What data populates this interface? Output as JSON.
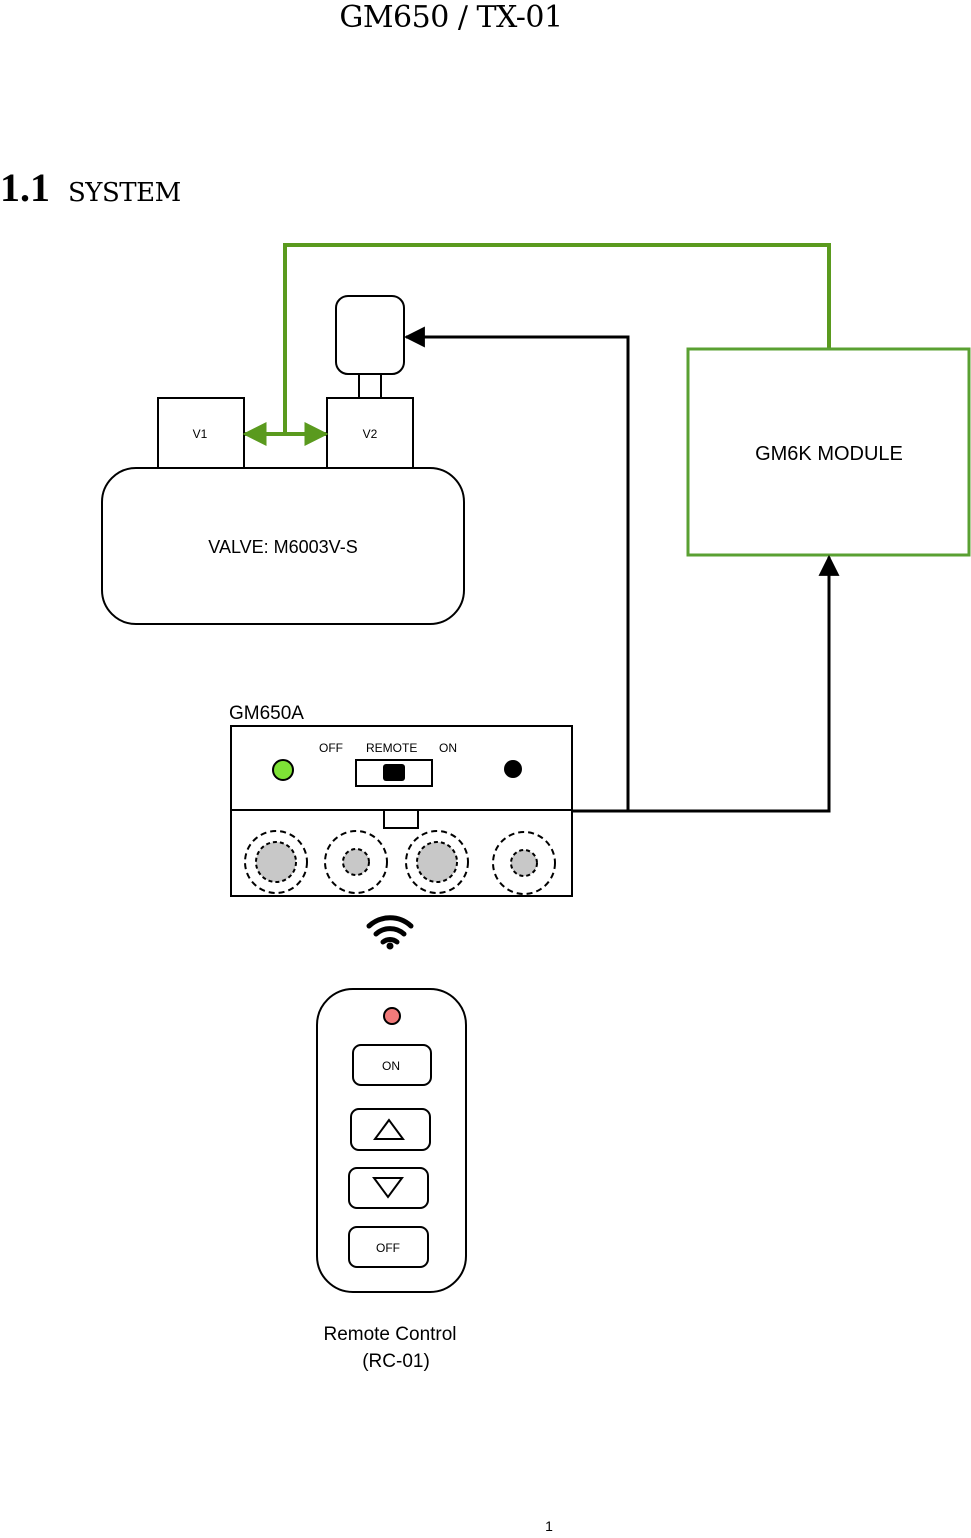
{
  "header": {
    "title": "GM650 / TX-01"
  },
  "section": {
    "number": "1.1",
    "title": "SYSTEM"
  },
  "diagram": {
    "valve": {
      "label": "VALVE: M6003V-S",
      "port1": "V1",
      "port2": "V2"
    },
    "module": {
      "label": "GM6K MODULE"
    },
    "receiver": {
      "name": "GM650A",
      "switch_off": "OFF",
      "switch_remote": "REMOTE",
      "switch_on": "ON"
    },
    "remote": {
      "btn_on": "ON",
      "btn_off": "OFF",
      "caption_line1": "Remote Control",
      "caption_line2": "(RC-01)"
    },
    "colors": {
      "green_wire": "#5a9a1e",
      "module_border": "#5aa032",
      "status_led": "#7ee236",
      "remote_led": "#f07a7a",
      "dial": "#c8c8c8"
    },
    "icons": [
      "wifi-icon",
      "up-arrow-icon",
      "down-arrow-icon"
    ]
  },
  "footer": {
    "page_number": "1"
  }
}
